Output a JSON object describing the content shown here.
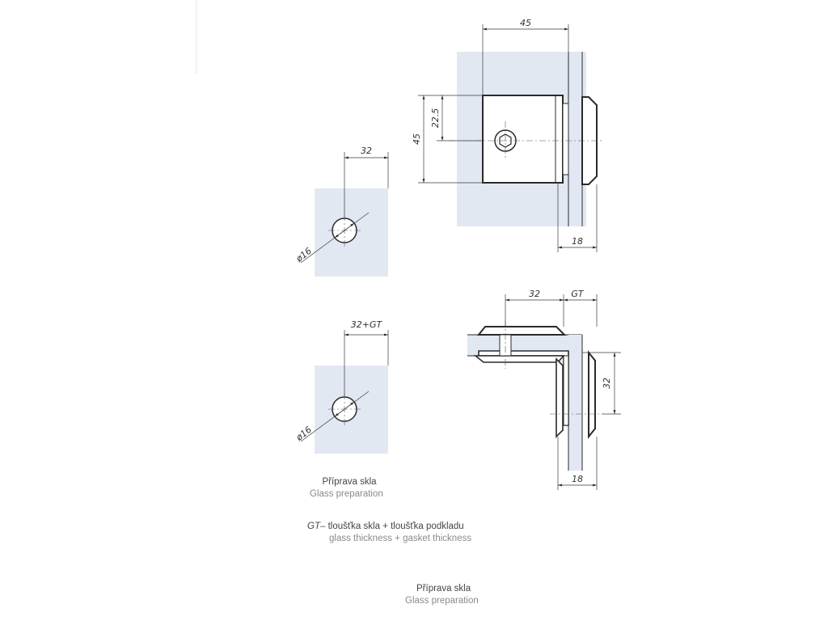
{
  "dimensions": {
    "top_width": "45",
    "top_height": "45",
    "top_half_height": "22.5",
    "top_glass": "18",
    "hole1_offset": "32",
    "hole1_diameter": "ø16",
    "hole2_offset": "32+GT",
    "hole2_diameter": "ø16",
    "corner_offset": "32",
    "corner_gt": "GT",
    "corner_vertical": "32",
    "corner_glass": "18"
  },
  "captions": {
    "prep_cz": "Příprava skla",
    "prep_en": "Glass preparation",
    "gt_key": "GT–",
    "gt_cz": "tloušťka skla + tloušťka podkladu",
    "gt_en": "glass thickness + gasket thickness",
    "bottom_cz": "Příprava skla",
    "bottom_en": "Glass preparation"
  },
  "colors": {
    "glass": "#e2e8f1",
    "line": "#2a2a2a"
  }
}
